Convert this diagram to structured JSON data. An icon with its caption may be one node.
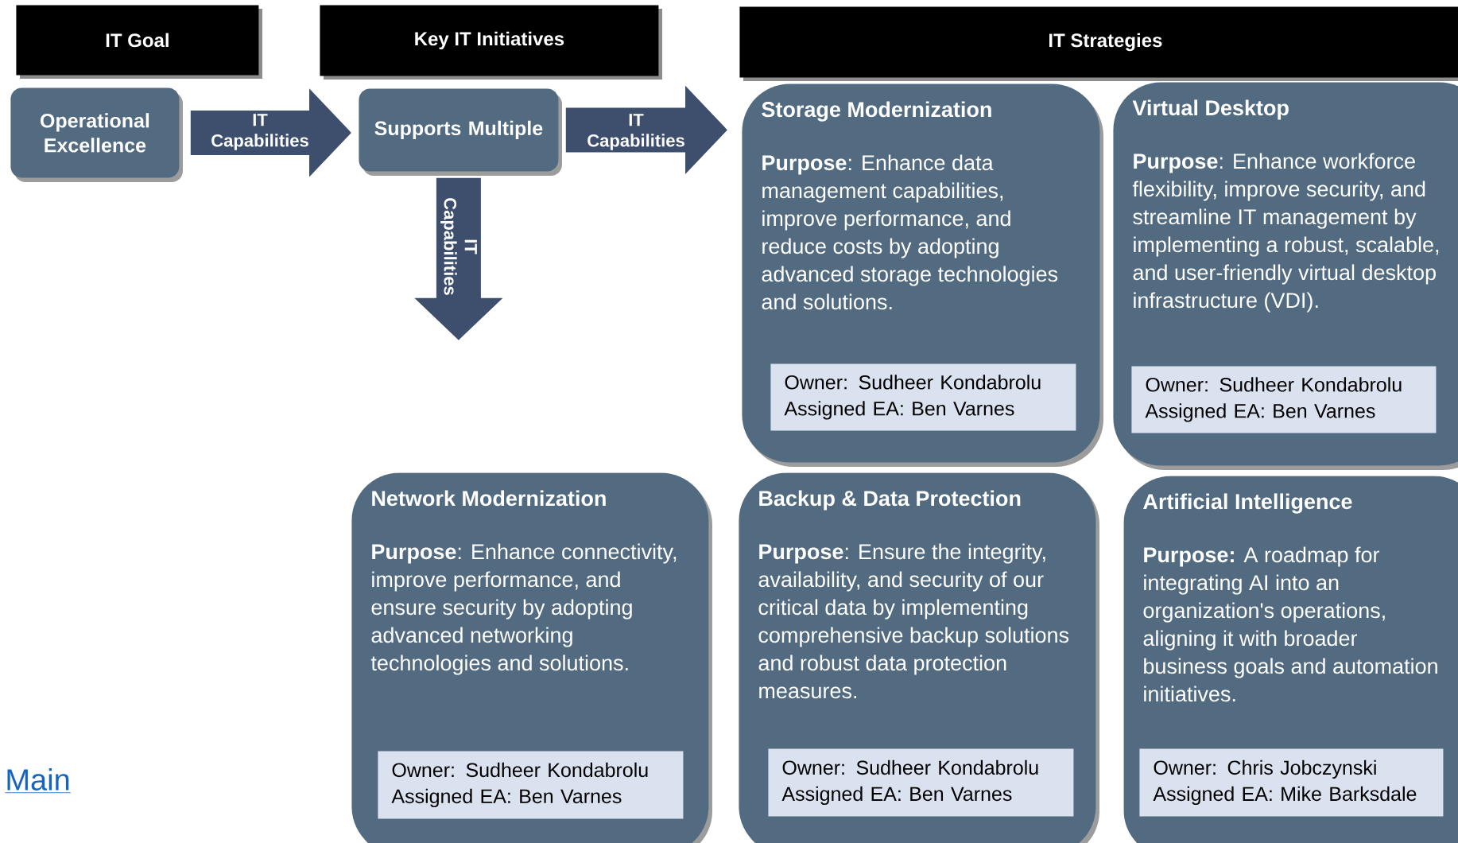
{
  "diagram": {
    "nodes": [
      {
        "text": [
          "IT Goal"
        ]
      },
      {
        "text": [
          "Key IT Initiatives"
        ]
      },
      {
        "text": [
          "IT Strategies"
        ]
      },
      {
        "text": [
          "Operational Excellence"
        ]
      },
      {
        "text": [
          "Supports Multiple"
        ]
      },
      {
        "text": [
          "Storage Modernization",
          "**Purpose**: Enhance data management capabilities, improve performance, and reduce costs by adopting advanced storage technologies and solutions."
        ]
      },
      {
        "text": [
          "Owner: Sudheer Kondabrolu",
          "Assigned EA: Ben Varnes"
        ],
        "in": 5
      },
      {
        "text": [
          "Virtual Desktop",
          "**Purpose**: Enhance workforce flexibility, improve security, and streamline IT management by implementing a robust, scalable, and user-friendly virtual desktop infrastructure (VDI)."
        ]
      },
      {
        "text": [
          "Owner: Sudheer Kondabrolu",
          "Assigned EA: Ben Varnes"
        ],
        "in": 7
      },
      {
        "text": [
          "Network Modernization",
          "**Purpose**: Enhance connectivity, improve performance, and ensure security by adopting advanced networking technologies and solutions."
        ]
      },
      {
        "text": [
          "Owner: Sudheer Kondabrolu",
          "Assigned EA: Ben Varnes"
        ],
        "in": 9
      },
      {
        "text": [
          "Backup & Data Protection",
          "**Purpose**: Ensure the integrity, availability, and security of our critical data by implementing comprehensive backup solutions and robust data protection measures."
        ]
      },
      {
        "text": [
          "Owner: Sudheer Kondabrolu",
          "Assigned EA: Ben Varnes"
        ],
        "in": 11
      },
      {
        "text": [
          "Artificial Intelligence",
          "**Purpose:** A roadmap for integrating AI into an organization's operations, aligning it with broader business goals and automation initiatives."
        ]
      },
      {
        "text": [
          "Owner: Chris Jobczynski",
          "Assigned EA: Mike Barksdale"
        ],
        "in": 13
      }
    ],
    "edges": [
      {
        "from": 3,
        "to": 4,
        "arrow": "to",
        "label": "IT Capabilities"
      },
      {
        "from": 4,
        "to": 5,
        "arrow": "to",
        "label": "IT Capabilities"
      },
      {
        "from": 4,
        "to": null,
        "arrow": "to",
        "label": "IT Capabilities"
      }
    ],
    "labels": [
      "Main"
    ]
  }
}
